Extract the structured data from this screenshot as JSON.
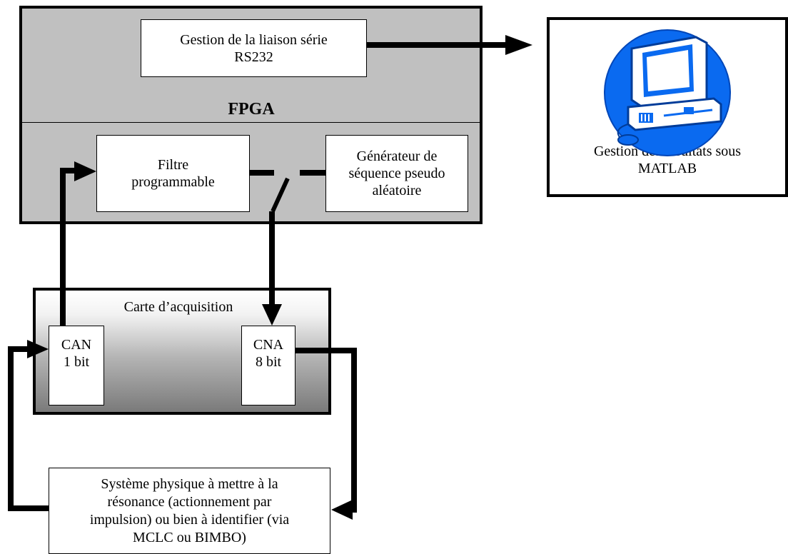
{
  "fpga": {
    "label": "FPGA",
    "uart_block": {
      "line1": "Gestion de la liaison série",
      "line2": "RS232"
    },
    "filter_block": {
      "line1": "Filtre",
      "line2": "programmable"
    },
    "prbs_block": {
      "line1": "Générateur de",
      "line2": "séquence pseudo",
      "line3": "aléatoire"
    }
  },
  "acquisition_card": {
    "label": "Carte d’acquisition",
    "adc": {
      "line1": "CAN",
      "line2": "1 bit"
    },
    "dac": {
      "line1": "CNA",
      "line2": "8 bit"
    }
  },
  "computer": {
    "caption_line1": "Gestion des résultats sous",
    "caption_line2": "MATLAB",
    "icon": "computer-icon",
    "icon_color": "#0066ff"
  },
  "physical_system": {
    "line1": "Système physique à mettre à la",
    "line2": "résonance (actionnement par",
    "line3": "impulsion) ou bien à identifier (via",
    "line4": "MCLC ou BIMBO)"
  }
}
